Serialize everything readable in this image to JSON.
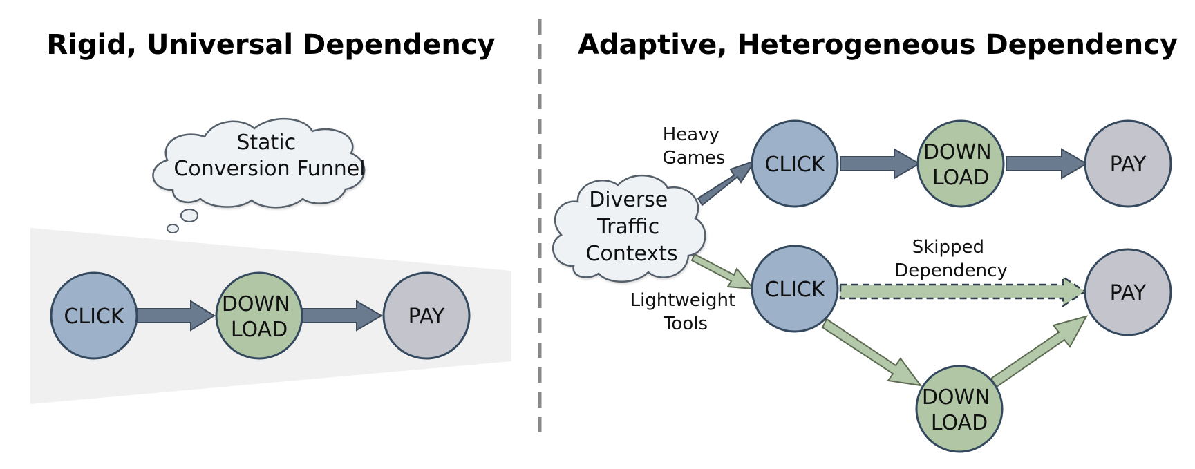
{
  "left_panel": {
    "title": "Rigid, Universal Dependency",
    "cloud_lines": [
      "Static",
      "Conversion Funnel"
    ],
    "nodes": {
      "click": [
        "CLICK"
      ],
      "download": [
        "DOWN",
        "LOAD"
      ],
      "pay": [
        "PAY"
      ]
    }
  },
  "right_panel": {
    "title": "Adaptive, Heterogeneous Dependency",
    "cloud_lines": [
      "Diverse",
      "Traffic",
      "Contexts"
    ],
    "top_branch_label": [
      "Heavy",
      "Games"
    ],
    "bottom_branch_label": [
      "Lightweight",
      "Tools"
    ],
    "skipped_label": [
      "Skipped",
      "Dependency"
    ],
    "top_nodes": {
      "click": [
        "CLICK"
      ],
      "download": [
        "DOWN",
        "LOAD"
      ],
      "pay": [
        "PAY"
      ]
    },
    "bottom_nodes": {
      "click": [
        "CLICK"
      ],
      "download": [
        "DOWN",
        "LOAD"
      ],
      "pay": [
        "PAY"
      ]
    }
  },
  "colors": {
    "click": "#9db1c9",
    "download": "#b0c6a5",
    "pay": "#c4c4cc",
    "node_stroke": "#34495e",
    "dark_arrow": "#6b7b8f",
    "green_arrow": "#b4c8aa",
    "cloud": "#eef2f5",
    "funnel": "#f0f0f0",
    "divider": "#888888"
  }
}
